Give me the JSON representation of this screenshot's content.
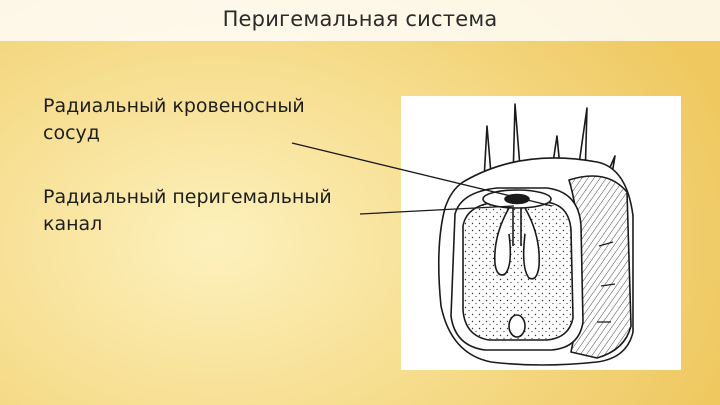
{
  "slide": {
    "title": "Перигемальная система",
    "background_color": "#f7df92",
    "title_bar_color": "#ffffff"
  },
  "labels": [
    {
      "line1": "Радиальный кровеносный",
      "line2": "сосуд"
    },
    {
      "line1": "Радиальный перигемальный",
      "line2": "канал"
    }
  ],
  "figure": {
    "content": "echinoderm-arm-cross-section-drawing",
    "line_color": "#1a1a1a"
  }
}
